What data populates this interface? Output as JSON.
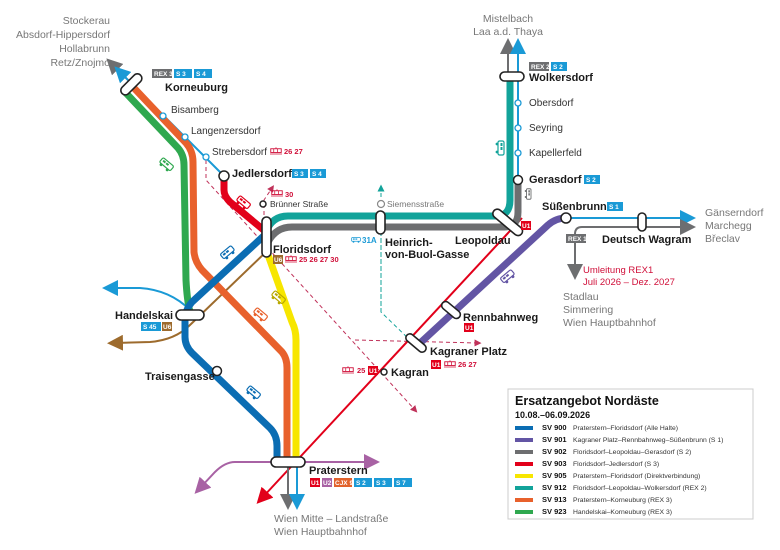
{
  "colors": {
    "sv900": "#0b6db3",
    "sv901": "#6355a4",
    "sv902": "#6d6e70",
    "sv903": "#e2001a",
    "sv905": "#f7e600",
    "sv912": "#12a39a",
    "sv913": "#e8612c",
    "sv923": "#2fa84f",
    "sbahn": "#1a9ad6",
    "u1": "#e2001a",
    "u2": "#a862a4",
    "u6": "#9d6b2d",
    "rex": "#6d6e70",
    "cjx": "#e2632c"
  },
  "destinations": {
    "northwest": [
      "Stockerau",
      "Absdorf-Hippersdorf",
      "Hollabrunn",
      "Retz/Znojmo"
    ],
    "north": [
      "Mistelbach",
      "Laa a.d. Thaya"
    ],
    "east": [
      "Gänserndorf",
      "Marchegg",
      "Břeclav"
    ],
    "south_detour": [
      "Stadlau",
      "Simmering",
      "Wien Hauptbahnhof"
    ],
    "south": [
      "Wien Mitte – Landstraße",
      "Wien Hauptbahnhof"
    ]
  },
  "detour_note": [
    "Umleitung REX1",
    "Juli 2026 – Dez. 2027"
  ],
  "stations": {
    "korneuburg": {
      "name": "Korneuburg",
      "badges": [
        "REX 3",
        "S 3",
        "S 4"
      ]
    },
    "bisamberg": {
      "name": "Bisamberg"
    },
    "langenzersdorf": {
      "name": "Langenzersdorf"
    },
    "strebersdorf": {
      "name": "Strebersdorf",
      "tram": "26 27"
    },
    "jedlersdorf": {
      "name": "Jedlersdorf",
      "badges": [
        "S 3",
        "S 4"
      ]
    },
    "bruenner": {
      "name": "Brünner Straße",
      "tram": "30"
    },
    "floridsdorf": {
      "name": "Floridsdorf",
      "badges": [
        "U6"
      ],
      "tram": "25 26 27 30"
    },
    "siemens": {
      "name": "Siemensstraße"
    },
    "buol": {
      "name": [
        "Heinrich-",
        "von-Buol-Gasse"
      ],
      "bus": "31A"
    },
    "leopoldau": {
      "name": "Leopoldau",
      "badges": [
        "U1"
      ]
    },
    "wolkersdorf": {
      "name": "Wolkersdorf",
      "badges": [
        "REX 2",
        "S 2"
      ]
    },
    "obersdorf": {
      "name": "Obersdorf"
    },
    "seyring": {
      "name": "Seyring"
    },
    "kapellerfeld": {
      "name": "Kapellerfeld"
    },
    "gerasdorf": {
      "name": "Gerasdorf",
      "badges": [
        "S 2"
      ]
    },
    "suessenbrunn": {
      "name": "Süßenbrunn",
      "badges": [
        "S 1"
      ]
    },
    "wagram": {
      "name": "Deutsch Wagram",
      "badges": [
        "REX 1"
      ]
    },
    "rennbahnweg": {
      "name": "Rennbahnweg",
      "badges": [
        "U1"
      ]
    },
    "kagranerplatz": {
      "name": "Kagraner Platz",
      "badges": [
        "U1"
      ],
      "tram": "26 27"
    },
    "kagran": {
      "name": "Kagran",
      "badges": [
        "U1"
      ],
      "tram": "25"
    },
    "handelskai": {
      "name": "Handelskai",
      "badges": [
        "S 45",
        "U6"
      ]
    },
    "traisengasse": {
      "name": "Traisengasse"
    },
    "praterstern": {
      "name": "Praterstern",
      "badges": [
        "U1",
        "U2",
        "CJX 9",
        "S 2",
        "S 3",
        "S 7"
      ]
    }
  },
  "legend": {
    "title": "Ersatzangebot Nordäste",
    "dates": "10.08.–06.09.2026",
    "items": [
      {
        "code": "SV 900",
        "desc": "Praterstern–Floridsdorf (Alle Halte)",
        "color": "#0b6db3"
      },
      {
        "code": "SV 901",
        "desc": "Kagraner Platz–Rennbahnweg–Süßenbrunn (S 1)",
        "color": "#6355a4"
      },
      {
        "code": "SV 902",
        "desc": "Floridsdorf–Leopoldau–Gerasdorf (S 2)",
        "color": "#6d6e70"
      },
      {
        "code": "SV 903",
        "desc": "Floridsdorf–Jedlersdorf (S 3)",
        "color": "#e2001a"
      },
      {
        "code": "SV 905",
        "desc": "Praterstern–Floridsdorf (Direktverbindung)",
        "color": "#f7e600"
      },
      {
        "code": "SV 912",
        "desc": "Floridsdorf–Leopoldau–Wolkersdorf (REX 2)",
        "color": "#12a39a"
      },
      {
        "code": "SV 913",
        "desc": "Praterstern–Korneuburg (REX 3)",
        "color": "#e8612c"
      },
      {
        "code": "SV 923",
        "desc": "Handelskai–Korneuburg (REX 3)",
        "color": "#2fa84f"
      }
    ]
  }
}
